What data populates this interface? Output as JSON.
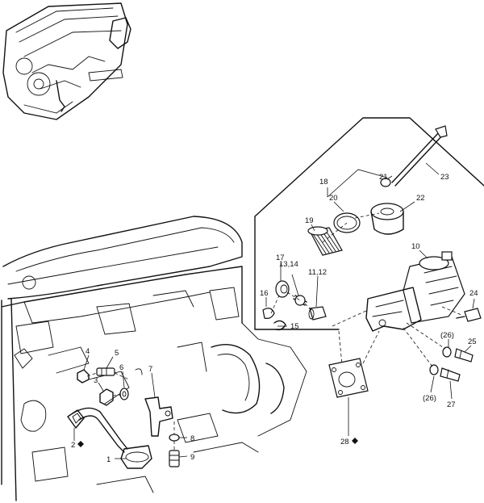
{
  "callouts": {
    "c1": "1",
    "c2": "2",
    "c3": "3",
    "c4": "4",
    "c5": "5",
    "c6": "6",
    "c7": "7",
    "c8": "8",
    "c9": "9",
    "c10": "10",
    "c11_12": "11,12",
    "c13_14": "13,14",
    "c15": "15",
    "c16": "16",
    "c17": "17",
    "c18": "18",
    "c19": "19",
    "c20": "20",
    "c21": "21",
    "c22": "22",
    "c23": "23",
    "c24": "24",
    "c25": "25",
    "c26a": "(26)",
    "c26b": "(26)",
    "c27": "27",
    "c28": "28"
  },
  "markers": {
    "diamond": "diamond-marker"
  }
}
